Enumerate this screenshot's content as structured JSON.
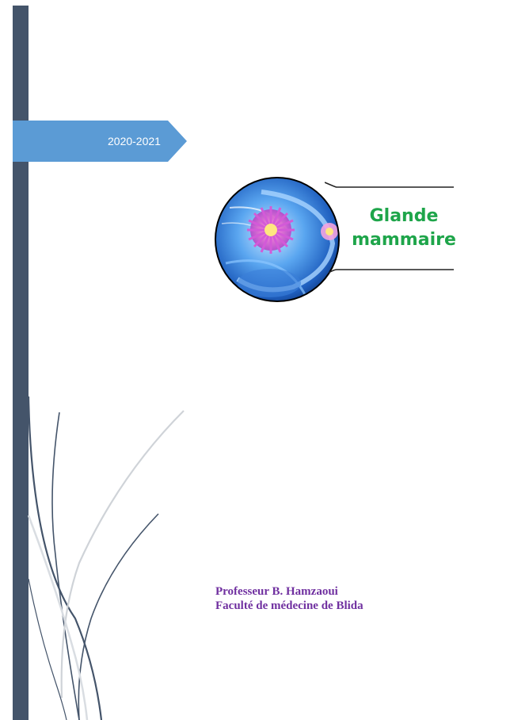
{
  "cover": {
    "year": "2020-2021",
    "title_line1": "Glande",
    "title_line2": "mammaire",
    "author": "Professeur B. Hamzaoui",
    "institution": "Faculté de médecine de Blida"
  },
  "colors": {
    "sidebar": "#44546a",
    "year_tab": "#5b9bd5",
    "title": "#1ea54a",
    "author": "#7030a0"
  },
  "icons": {
    "cover_image": "breast-anatomy-illustration",
    "decoration": "curved-lines-decoration"
  }
}
